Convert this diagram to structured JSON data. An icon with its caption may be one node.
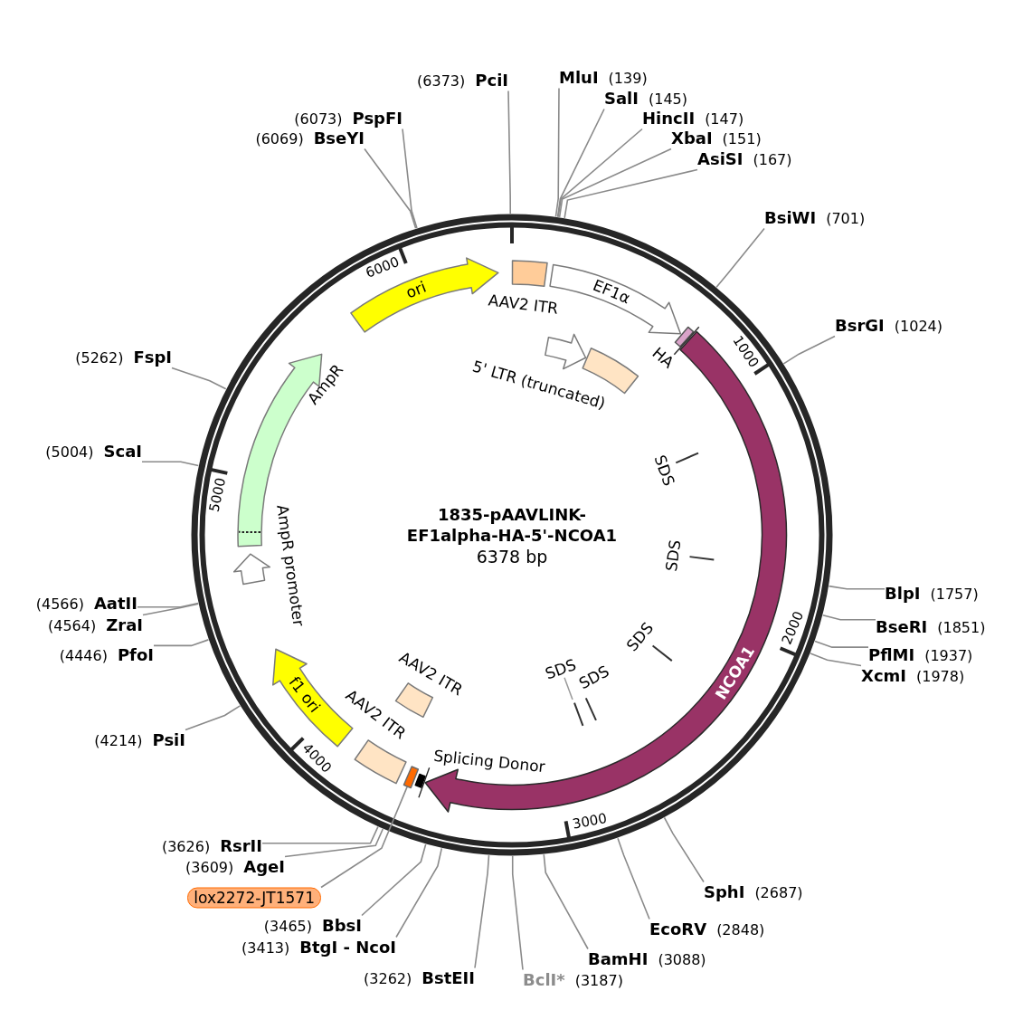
{
  "diagram": {
    "title": "1835-pAAVLINK-EF1alpha-HA-5'-NCOA1",
    "nodes": [
      {
        "text": [
          "AAV2 ITR"
        ]
      },
      {
        "text": [
          "EF1α"
        ]
      },
      {
        "text": [],
        "shape": "arrow"
      },
      {
        "text": [
          "5' LTR (truncated)"
        ]
      },
      {
        "text": [
          "HA"
        ]
      },
      {
        "text": [
          "NCOA1"
        ]
      },
      {
        "text": [
          "Splicing Donor"
        ]
      },
      {
        "text": [],
        "shape": "box"
      },
      {
        "text": [
          "AAV2 ITR"
        ]
      },
      {
        "text": [
          "AAV2 ITR"
        ]
      },
      {
        "text": [
          "f1 ori"
        ]
      },
      {
        "text": [
          "AmpR promoter"
        ]
      },
      {
        "text": [
          "AmpR"
        ]
      },
      {
        "text": [
          "ori"
        ]
      },
      {
        "text": [
          "lox2272-JT1571"
        ]
      },
      {
        "text": [
          "MluI",
          "(139)"
        ]
      },
      {
        "text": [
          "SalI",
          "(145)"
        ]
      },
      {
        "text": [
          "HincII",
          "(147)"
        ]
      },
      {
        "text": [
          "XbaI",
          "(151)"
        ]
      },
      {
        "text": [
          "AsiSI",
          "(167)"
        ]
      },
      {
        "text": [
          "BsiWI",
          "(701)"
        ]
      },
      {
        "text": [
          "BsrGI",
          "(1024)"
        ]
      },
      {
        "text": [
          "BlpI",
          "(1757)"
        ]
      },
      {
        "text": [
          "BseRI",
          "(1851)"
        ]
      },
      {
        "text": [
          "PflMI",
          "(1937)"
        ]
      },
      {
        "text": [
          "XcmI",
          "(1978)"
        ]
      },
      {
        "text": [
          "SphI",
          "(2687)"
        ]
      },
      {
        "text": [
          "EcoRV",
          "(2848)"
        ]
      },
      {
        "text": [
          "BamHI",
          "(3088)"
        ]
      },
      {
        "text": [
          "BclI*",
          "(3187)"
        ]
      },
      {
        "text": [
          "(3262)",
          "BstEII"
        ]
      },
      {
        "text": [
          "(3413)",
          "BtgI - NcoI"
        ]
      },
      {
        "text": [
          "(3465)",
          "BbsI"
        ]
      },
      {
        "text": [
          "(3609)",
          "AgeI"
        ]
      },
      {
        "text": [
          "(3626)",
          "RsrII"
        ]
      },
      {
        "text": [
          "(4214)",
          "PsiI"
        ]
      },
      {
        "text": [
          "(4446)",
          "PfoI"
        ]
      },
      {
        "text": [
          "(4564)",
          "ZraI"
        ]
      },
      {
        "text": [
          "(4566)",
          "AatII"
        ]
      },
      {
        "text": [
          "(5004)",
          "ScaI"
        ]
      },
      {
        "text": [
          "(5262)",
          "FspI"
        ]
      },
      {
        "text": [
          "(6069)",
          "BseYI"
        ]
      },
      {
        "text": [
          "(6073)",
          "PspFI"
        ]
      },
      {
        "text": [
          "(6373)",
          "PciI"
        ]
      }
    ],
    "edges": [
      {
        "from": 14,
        "to": 7,
        "arrow": "none"
      },
      {
        "from": 15,
        "to": null,
        "arrow": "none"
      },
      {
        "from": 16,
        "to": null,
        "arrow": "none"
      },
      {
        "from": 17,
        "to": null,
        "arrow": "none"
      },
      {
        "from": 18,
        "to": null,
        "arrow": "none"
      },
      {
        "from": 19,
        "to": null,
        "arrow": "none"
      },
      {
        "from": 20,
        "to": null,
        "arrow": "none"
      },
      {
        "from": 21,
        "to": null,
        "arrow": "none"
      },
      {
        "from": 22,
        "to": null,
        "arrow": "none"
      },
      {
        "from": 23,
        "to": null,
        "arrow": "none"
      },
      {
        "from": 24,
        "to": null,
        "arrow": "none"
      },
      {
        "from": 25,
        "to": null,
        "arrow": "none"
      },
      {
        "from": 26,
        "to": null,
        "arrow": "none"
      },
      {
        "from": 27,
        "to": null,
        "arrow": "none"
      },
      {
        "from": 28,
        "to": null,
        "arrow": "none"
      },
      {
        "from": 29,
        "to": null,
        "arrow": "none"
      },
      {
        "from": 30,
        "to": null,
        "arrow": "none"
      },
      {
        "from": 31,
        "to": null,
        "arrow": "none"
      },
      {
        "from": 32,
        "to": null,
        "arrow": "none"
      },
      {
        "from": 33,
        "to": null,
        "arrow": "none"
      },
      {
        "from": 34,
        "to": null,
        "arrow": "none"
      },
      {
        "from": 35,
        "to": null,
        "arrow": "none"
      },
      {
        "from": 36,
        "to": null,
        "arrow": "none"
      },
      {
        "from": 37,
        "to": null,
        "arrow": "none"
      },
      {
        "from": 38,
        "to": null,
        "arrow": "none"
      },
      {
        "from": 39,
        "to": null,
        "arrow": "none"
      },
      {
        "from": 40,
        "to": null,
        "arrow": "none"
      },
      {
        "from": 41,
        "to": null,
        "arrow": "none"
      },
      {
        "from": 42,
        "to": null,
        "arrow": "none"
      },
      {
        "from": 43,
        "to": null,
        "arrow": "none"
      }
    ],
    "labels": [
      "6378 bp",
      "1000",
      "2000",
      "3000",
      "4000",
      "5000",
      "6000",
      "SDS",
      "SDS",
      "SDS",
      "SDS",
      "SDS"
    ]
  }
}
